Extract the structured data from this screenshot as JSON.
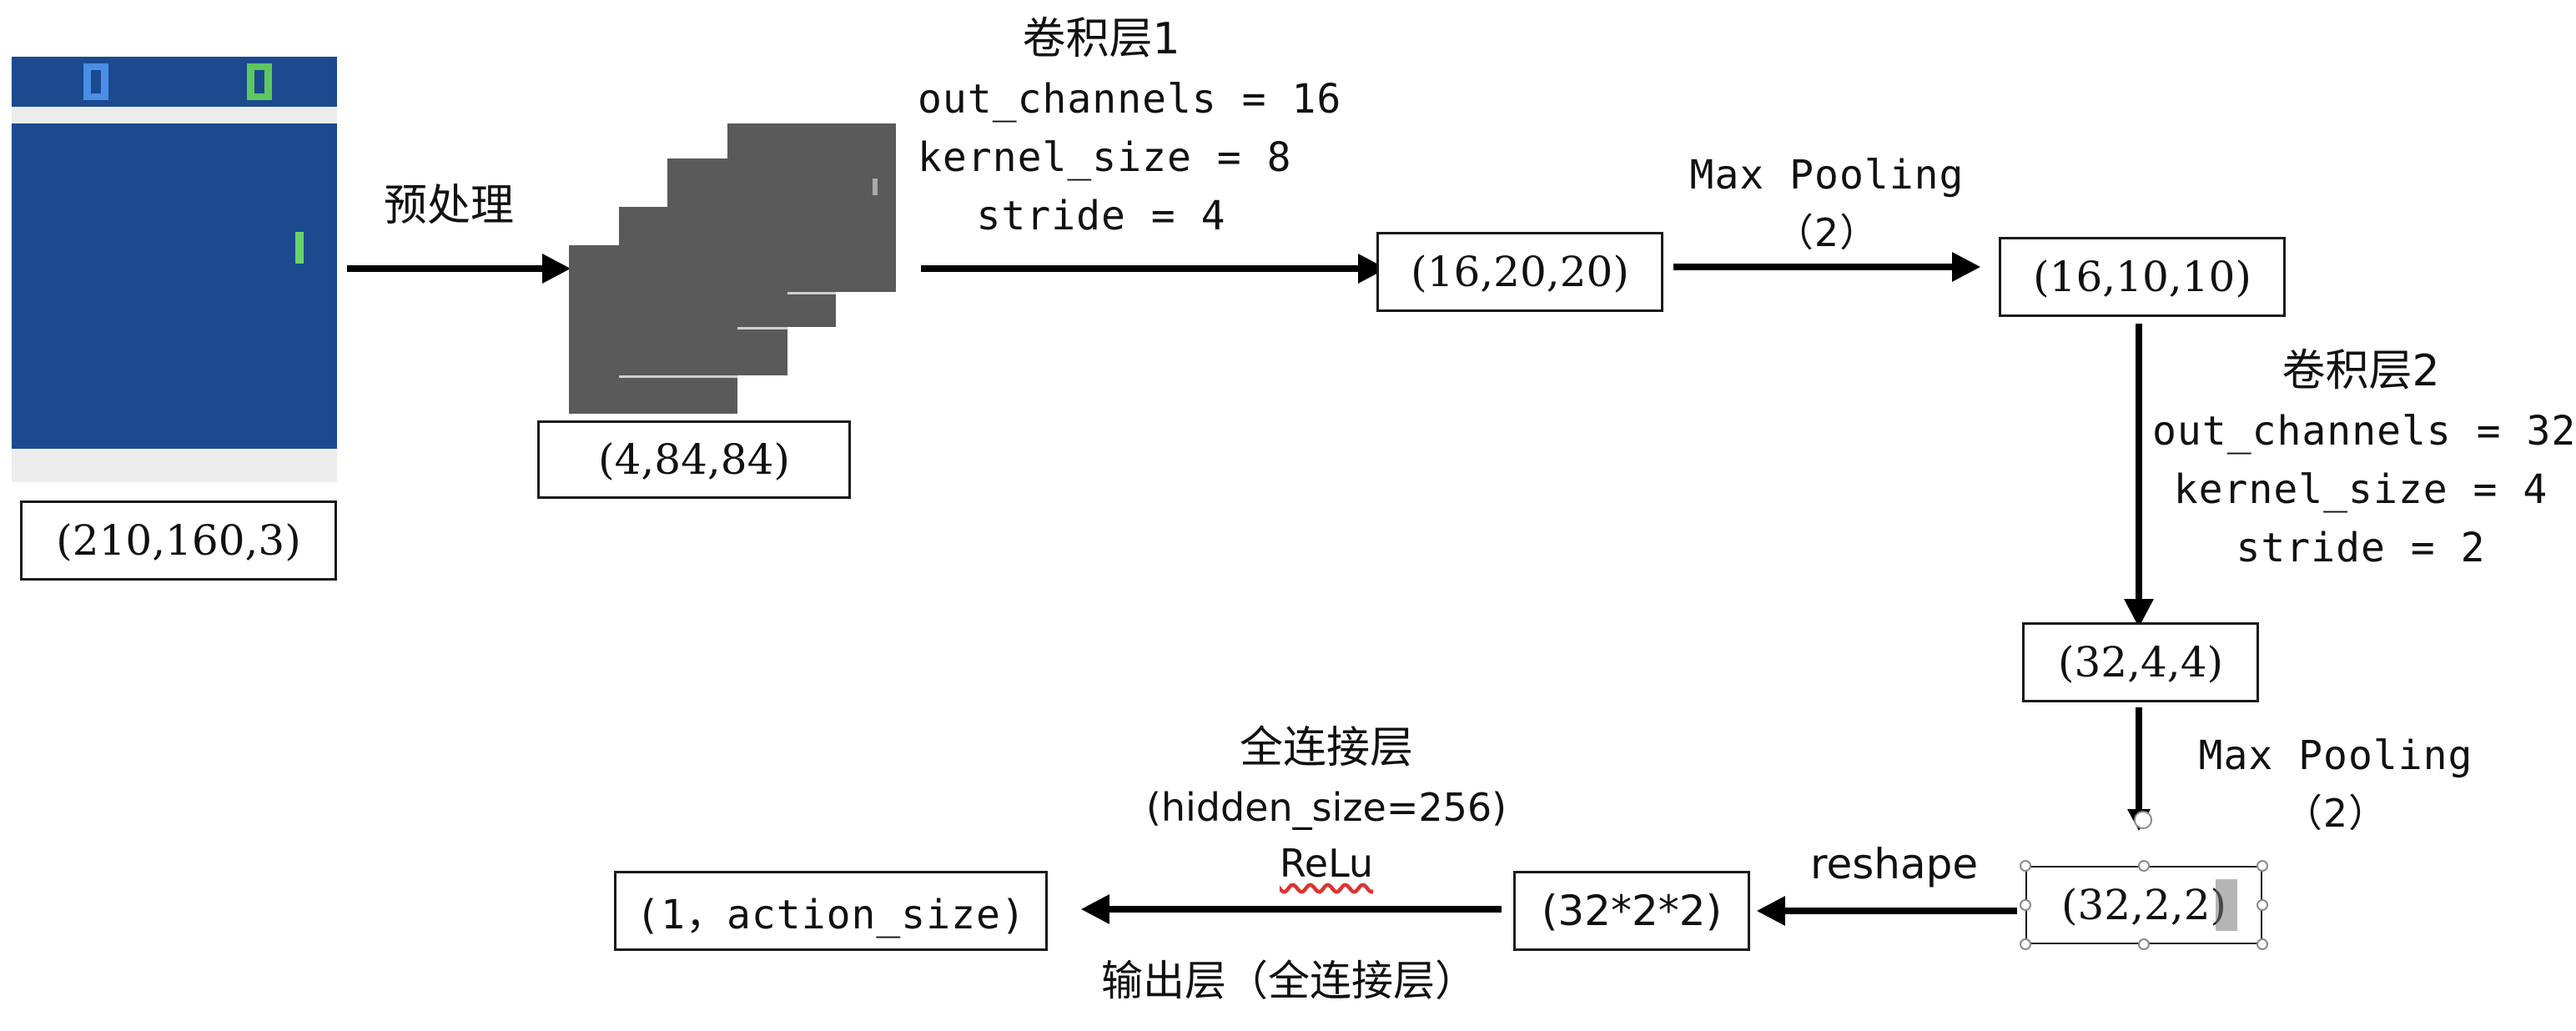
{
  "shapes": {
    "input": "(210,160,3)",
    "preprocessed": "(4,84,84)",
    "conv1_out": "(16,20,20)",
    "pool1_out": "(16,10,10)",
    "conv2_out": "(32,4,4)",
    "pool2_out": "(32,2,2)",
    "flatten": "(32*2*2)",
    "output": "(1，action_size)"
  },
  "labels": {
    "preprocess": "预处理",
    "conv1_title": "卷积层1",
    "conv1_channels": "out_channels = 16",
    "conv1_kernel": "kernel_size = 8",
    "conv1_stride": "stride = 4",
    "pool1_name": "Max Pooling",
    "pool1_size": "（2）",
    "conv2_title": "卷积层2",
    "conv2_channels": "out_channels = 32",
    "conv2_kernel": "kernel_size = 4",
    "conv2_stride": "stride = 2",
    "pool2_name": "Max Pooling",
    "pool2_size": "（2）",
    "reshape": "reshape",
    "fc_title": "全连接层",
    "fc_hidden": "(hidden_size=256)",
    "fc_activation": "ReLu",
    "output_layer": "输出层（全连接层）"
  },
  "colors": {
    "game_bg": "#1b4a8e",
    "game_band": "#ececec",
    "paddle_left": "#4a8ee6",
    "paddle_right": "#5ec760",
    "ball": "#6ad36b",
    "frame": "#5a5a5a"
  }
}
